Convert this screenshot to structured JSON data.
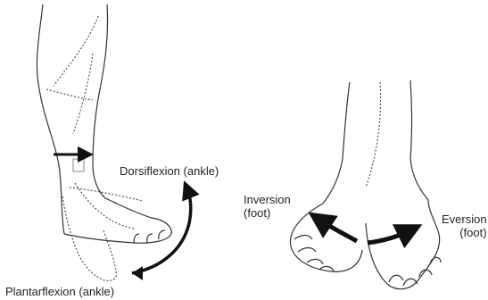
{
  "labels": {
    "dorsiflexion": "Dorsiflexion (ankle)",
    "plantarflexion": "Plantarflexion (ankle)",
    "inversion_line1": "Inversion",
    "inversion_line2": "(foot)",
    "eversion_line1": "Eversion",
    "eversion_line2": "(foot)"
  },
  "colors": {
    "outline": "#333333",
    "arrow": "#111111",
    "dotted": "#555555"
  }
}
